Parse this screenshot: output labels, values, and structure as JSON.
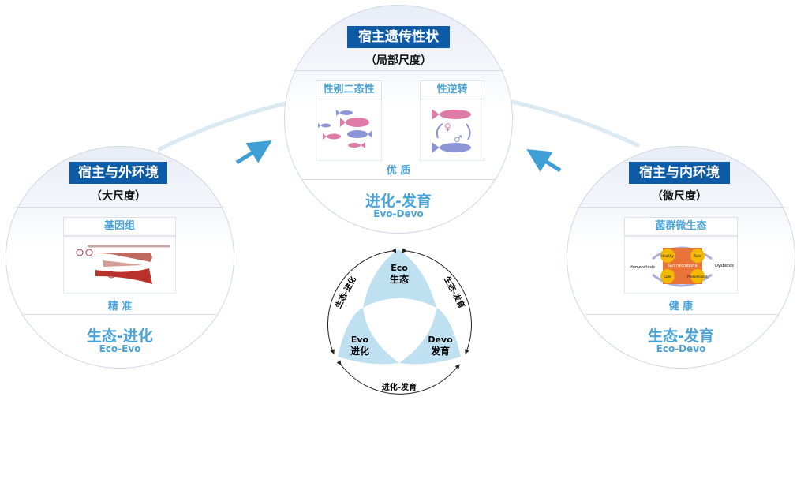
{
  "left": {
    "title": "宿主与外环境",
    "scale": "（大尺度）",
    "panel_label": "基因组",
    "quality": "精 准",
    "theme": "生态-进化",
    "theme_en": "Eco-Evo"
  },
  "top": {
    "title": "宿主遗传性状",
    "scale": "（局部尺度）",
    "panel_labels": [
      "性别二态性",
      "性逆转"
    ],
    "quality": "优 质",
    "theme": "进化-发育",
    "theme_en": "Evo-Devo"
  },
  "right": {
    "title": "宿主与内环境",
    "scale": "（微尺度）",
    "panel_label": "菌群微生态",
    "quality": "健 康",
    "theme": "生态-发育",
    "theme_en": "Eco-Devo",
    "microbiota": {
      "center": "Gut microbiota",
      "left": "Homeostasis",
      "right": "Dysbiosis",
      "nodes": [
        "Healthy",
        "Rare",
        "Core",
        "Predominant"
      ]
    }
  },
  "triad": {
    "eco_en": "Eco",
    "eco": "生态",
    "evo_en": "Evo",
    "evo": "进化",
    "devo_en": "Devo",
    "devo": "发育",
    "arc_left": "生态-进化",
    "arc_right": "生态-发育",
    "arc_bottom": "进化-发育"
  },
  "colors": {
    "title_bg": "#0d5aa7",
    "accent": "#49a3d6",
    "petal": "#bfe0f0",
    "female": "#e07aa6",
    "male": "#8c95d8"
  }
}
